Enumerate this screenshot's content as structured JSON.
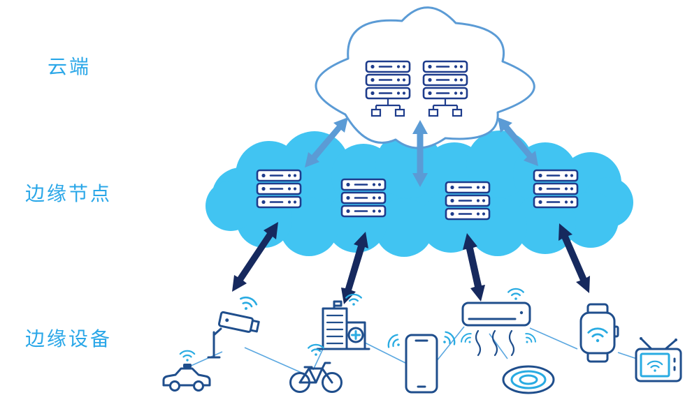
{
  "diagram": {
    "type": "edge-computing-architecture",
    "layers": [
      {
        "id": "cloud",
        "label": "云端",
        "servers": {
          "racks": 2,
          "units_per_rack": 3
        }
      },
      {
        "id": "edge-nodes",
        "label": "边缘节点",
        "servers": {
          "racks": 4,
          "units_per_rack": 3
        }
      },
      {
        "id": "edge-devices",
        "label": "边缘设备"
      }
    ],
    "connections": {
      "cloud_to_edge_arrows": 3,
      "edge_to_device_arrows": 4,
      "arrows_bidirectional": true
    },
    "devices": [
      {
        "icon": "cctv-camera-icon"
      },
      {
        "icon": "police-car-icon"
      },
      {
        "icon": "hospital-icon"
      },
      {
        "icon": "bicycle-icon"
      },
      {
        "icon": "smartphone-icon"
      },
      {
        "icon": "air-conditioner-icon"
      },
      {
        "icon": "robot-vacuum-icon"
      },
      {
        "icon": "smartwatch-icon"
      },
      {
        "icon": "television-icon"
      }
    ],
    "other_icons": [
      "server-rack-icon",
      "wifi-icon",
      "cloud-icon"
    ]
  },
  "colors": {
    "label_blue": "#2aa7e8",
    "cloud_outline": "#5b9bd5",
    "edge_cloud_fill": "#41c4f2",
    "server_navy": "#1e3c8c",
    "arrow_blue": "#5b9bd5",
    "arrow_navy": "#16295e",
    "device_navy": "#1f4e8c",
    "device_cyan": "#29abe2",
    "link_blue": "#5aa7e0",
    "background": "#ffffff"
  }
}
